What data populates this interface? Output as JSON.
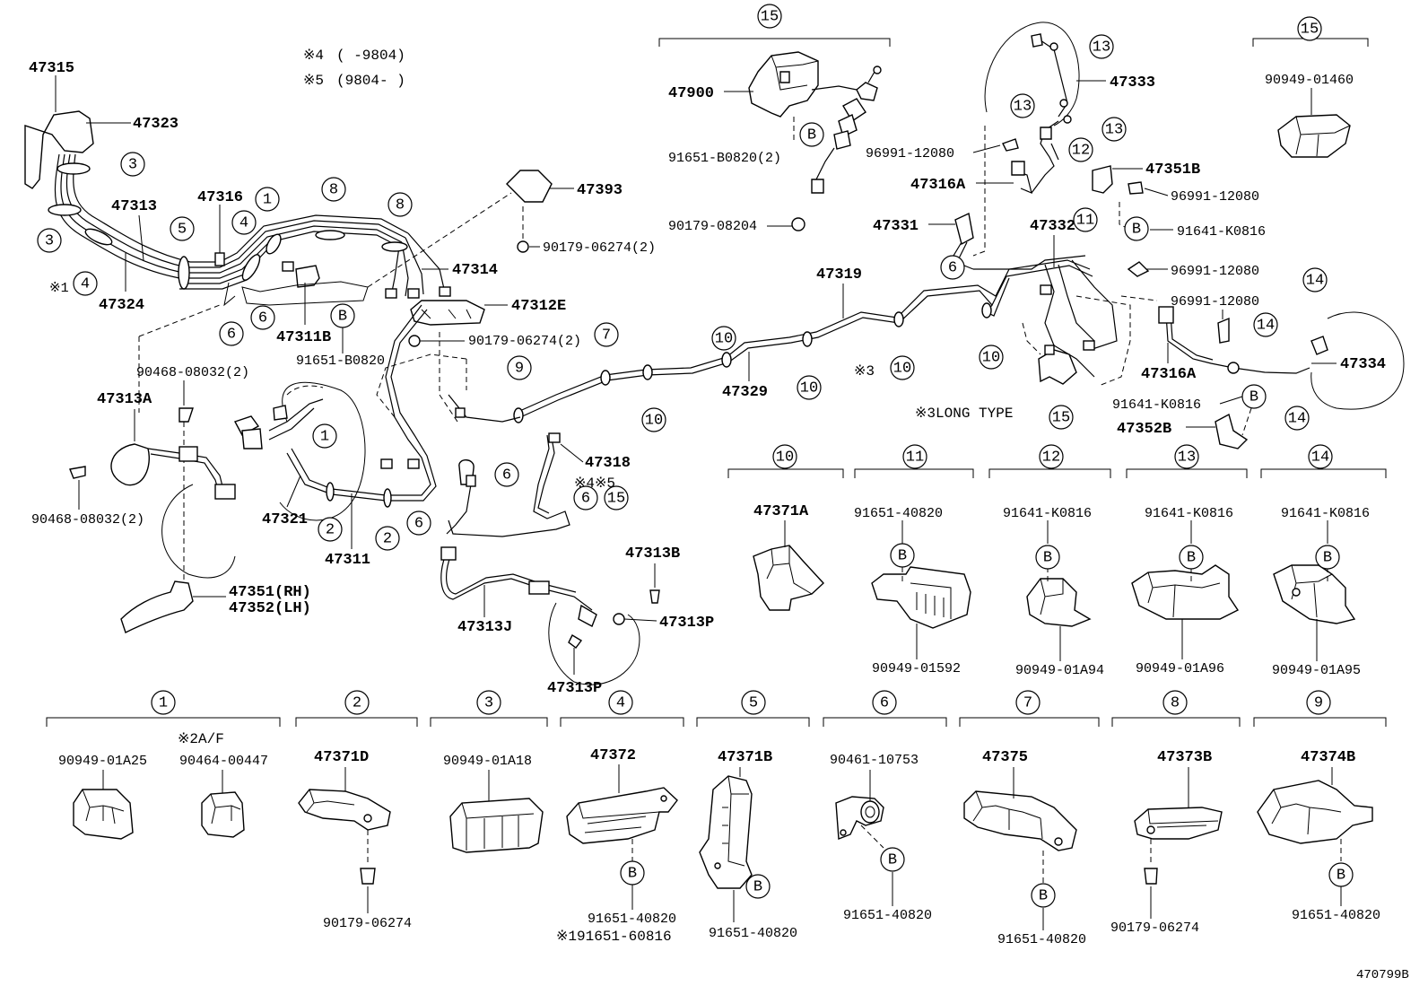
{
  "notes": {
    "n4_mark": "※4",
    "n4_range": "(    -9804)",
    "n5_mark": "※5",
    "n5_range": "(9804-    )",
    "n3_long_type": "※3LONG TYPE",
    "n2_af": "※2A/F",
    "n1_alt": "※191651-60816",
    "figure_id": "470799B"
  },
  "callouts": {
    "p47315": "47315",
    "p47323": "47323",
    "p47313": "47313",
    "p47324": "47324",
    "p47316": "47316",
    "p47393": "47393",
    "p90179_2a": "90179-06274(2)",
    "p47314": "47314",
    "p47312E": "47312E",
    "p90179_2b": "90179-06274(2)",
    "p47311B": "47311B",
    "p91651_B0820": "91651-B0820",
    "p90468_a": "90468-08032(2)",
    "p90468_b": "90468-08032(2)",
    "p47313A": "47313A",
    "p47321": "47321",
    "p47311": "47311",
    "p47351": "47351(RH)",
    "p47352": "47352(LH)",
    "p47318": "47318",
    "p47313B": "47313B",
    "p47313J": "47313J",
    "p47313P_a": "47313P",
    "p47313P_b": "47313P",
    "p47319": "47319",
    "p47329": "47329",
    "p47900": "47900",
    "p91651_B0820_2": "91651-B0820(2)",
    "p90179_08204": "90179-08204",
    "p47333": "47333",
    "p96991_a": "96991-12080",
    "p47316A_a": "47316A",
    "p47351B": "47351B",
    "p96991_b": "96991-12080",
    "p91641_a": "91641-K0816",
    "p47331": "47331",
    "p47332": "47332",
    "p96991_c": "96991-12080",
    "p96991_d": "96991-12080",
    "p47316A_b": "47316A",
    "p91641_b": "91641-K0816",
    "p47352B": "47352B",
    "p47334": "47334",
    "p90949_01460": "90949-01460",
    "s1_note4": "※1"
  },
  "detail_row1": {
    "d10_part": "47371A",
    "d11_top": "91651-40820",
    "d11_bot": "90949-01592",
    "d12_top": "91641-K0816",
    "d12_bot": "90949-01A94",
    "d13_top": "91641-K0816",
    "d13_bot": "90949-01A96",
    "d14_top": "91641-K0816",
    "d14_bot": "90949-01A95"
  },
  "detail_row2": {
    "d1_a": "90949-01A25",
    "d1_b": "90464-00447",
    "d2_part": "47371D",
    "d2_bolt": "90179-06274",
    "d3_part": "90949-01A18",
    "d4_part": "47372",
    "d4_bolt": "91651-40820",
    "d5_part": "47371B",
    "d5_bolt": "91651-40820",
    "d6_part": "90461-10753",
    "d6_bolt": "91651-40820",
    "d7_part": "47375",
    "d7_bolt": "91651-40820",
    "d8_part": "47373B",
    "d8_bolt": "90179-06274",
    "d9_part": "47374B",
    "d9_bolt": "91651-40820"
  },
  "circle_labels": {
    "c1": "1",
    "c2": "2",
    "c3": "3",
    "c4": "4",
    "c5": "5",
    "c6": "6",
    "c7": "7",
    "c8": "8",
    "c9": "9",
    "c10": "10",
    "c11": "11",
    "c12": "12",
    "c13": "13",
    "c14": "14",
    "c15": "15",
    "B": "B"
  }
}
